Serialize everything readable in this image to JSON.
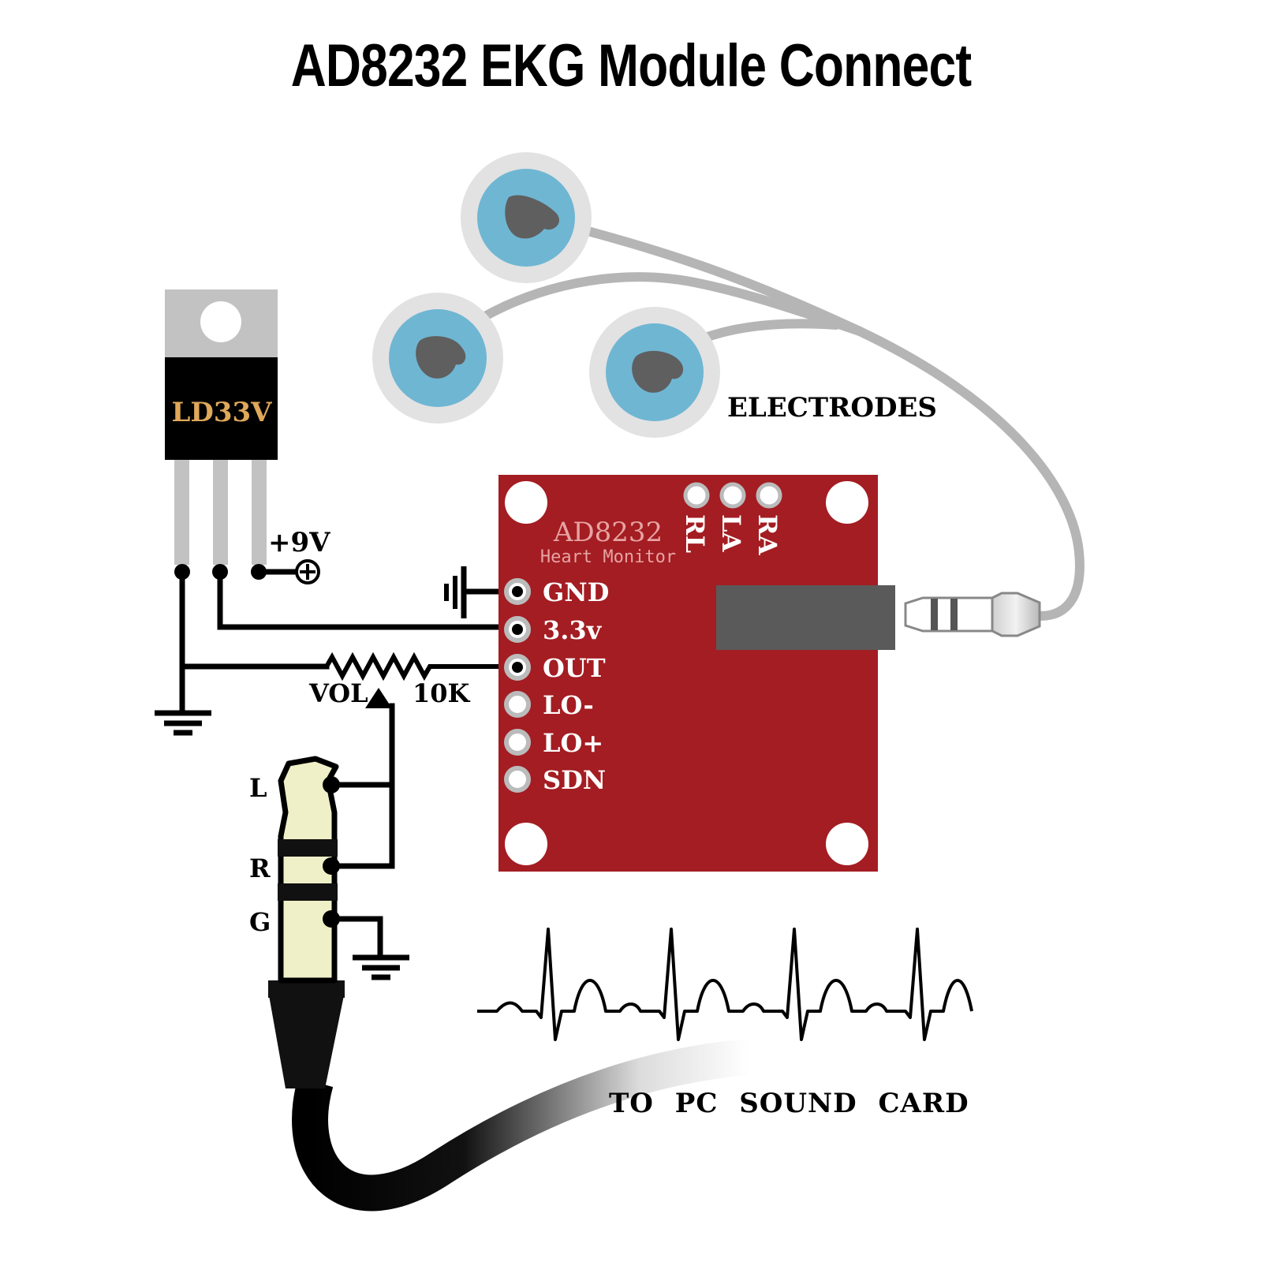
{
  "title": "AD8232 EKG Module Connect",
  "regulator": {
    "label": "LD33V"
  },
  "supply": {
    "label": "+9V"
  },
  "electrodes": {
    "label": "ELECTRODES"
  },
  "board": {
    "name": "AD8232",
    "subtitle": "Heart Monitor",
    "electrode_pins": [
      "RL",
      "LA",
      "RA"
    ],
    "pins": [
      "GND",
      "3.3v",
      "OUT",
      "LO-",
      "LO+",
      "SDN"
    ]
  },
  "potentiometer": {
    "label": "VOL",
    "value": "10K"
  },
  "audio_jack": {
    "labels": [
      "L",
      "R",
      "G"
    ]
  },
  "sound_card": {
    "label": "TO PC SOUND CARD"
  },
  "colors": {
    "board": "#a31d22",
    "electrode_blue": "#6fb6d3",
    "electrode_ring": "#e2e2e2",
    "cable_grey": "#b5b5b5",
    "regulator_label": "#e0a85a",
    "plug_cream": "#f0f0c8"
  }
}
